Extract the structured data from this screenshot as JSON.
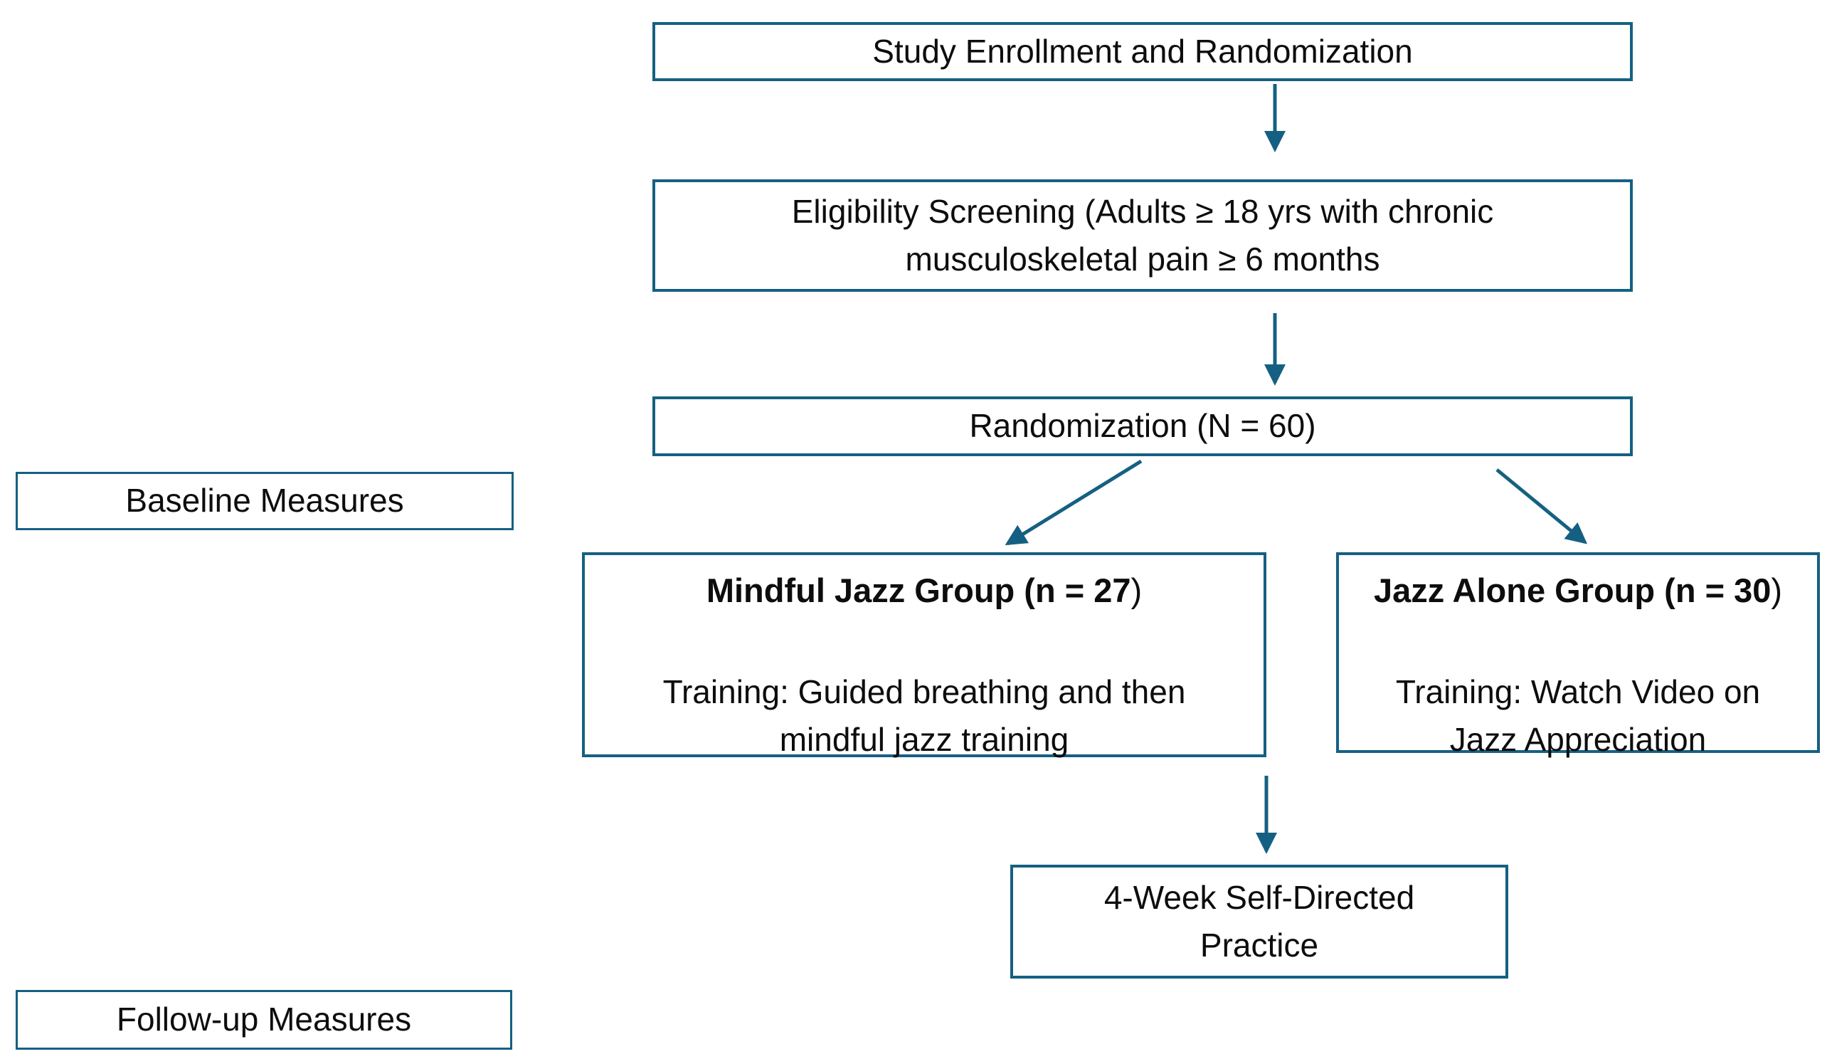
{
  "colors": {
    "accent": "#156082",
    "text": "#0d0d0d",
    "background": "#ffffff"
  },
  "flowchart": {
    "enrollment": {
      "label": "Study Enrollment and Randomization"
    },
    "eligibility": {
      "label": "Eligibility Screening (Adults ≥ 18 yrs with chronic\nmusculoskeletal pain ≥ 6 months"
    },
    "randomization": {
      "label": "Randomization (N = 60)"
    },
    "baseline": {
      "label": "Baseline Measures"
    },
    "mindful_group": {
      "title_bold": "Mindful Jazz Group (n = 27",
      "title_tail": ")",
      "body": "Training: Guided breathing and then\nmindful jazz training"
    },
    "jazz_group": {
      "title_bold": "Jazz Alone Group (n = 30",
      "title_tail": ")",
      "body": "Training: Watch Video on\nJazz Appreciation"
    },
    "practice": {
      "label": "4-Week Self-Directed\nPractice"
    },
    "followup": {
      "label": "Follow-up Measures"
    }
  },
  "arrows": [
    {
      "name": "enrollment-to-eligibility",
      "from": "enrollment",
      "to": "eligibility"
    },
    {
      "name": "eligibility-to-randomization",
      "from": "eligibility",
      "to": "randomization"
    },
    {
      "name": "randomization-to-mindful-group",
      "from": "randomization",
      "to": "mindful_group"
    },
    {
      "name": "randomization-to-jazz-group",
      "from": "randomization",
      "to": "jazz_group"
    },
    {
      "name": "mindful-group-to-practice",
      "from": "mindful_group",
      "to": "practice"
    }
  ]
}
